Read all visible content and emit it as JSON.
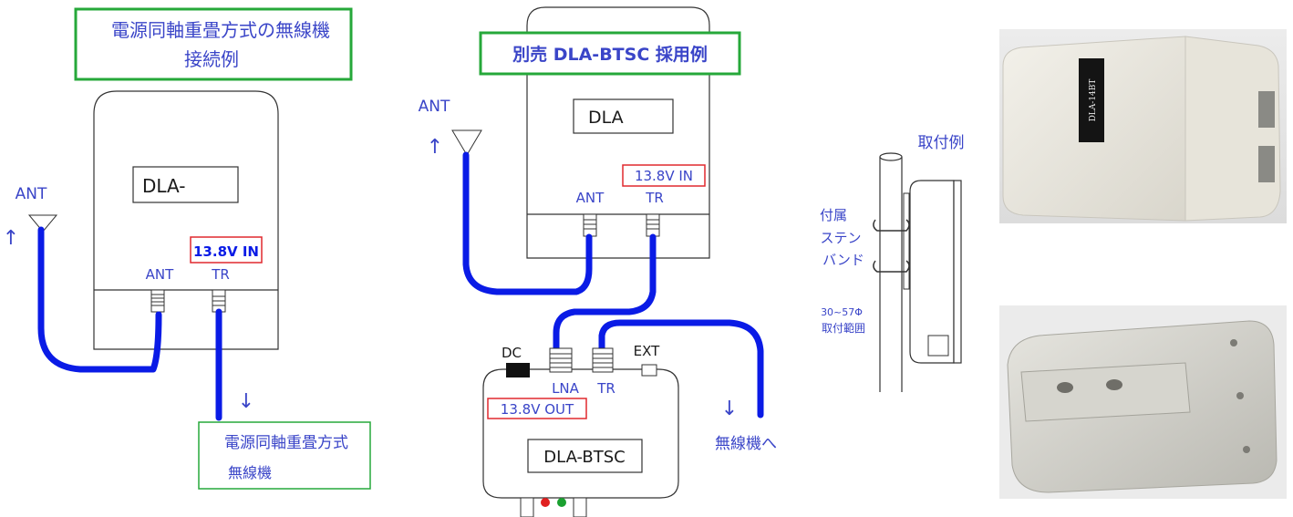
{
  "colors": {
    "cable": "#0a1be6",
    "label_blue": "#3a45c8",
    "title_border": "#26a83a",
    "warn_border": "#e0282e",
    "outline": "#333333"
  },
  "left": {
    "title_line1": "電源同軸重畳方式の無線機",
    "title_line2": "接続例",
    "unit_label": "DLA-",
    "power_label": "13.8V IN",
    "ant_port": "ANT",
    "tr_port": "TR",
    "ant_label": "ANT",
    "up_arrow": "↑",
    "down_arrow": "↓",
    "radio_line1": "電源同軸重畳方式",
    "radio_line2": "無線機"
  },
  "middle": {
    "title": "別売 DLA-BTSC 採用例",
    "unit_label": "DLA",
    "power_in": "13.8V IN",
    "ant_port": "ANT",
    "tr_port": "TR",
    "ant_label": "ANT",
    "up_arrow": "↑",
    "down_arrow": "↓",
    "btsc_label": "DLA-BTSC",
    "power_out": "13.8V OUT",
    "dc_port": "DC",
    "lna_port": "LNA",
    "tr2_port": "TR",
    "ext_port": "EXT",
    "to_radio": "無線機へ"
  },
  "mount": {
    "title": "取付例",
    "band_line1": "付属",
    "band_line2": "ステン",
    "band_line3": "バンド",
    "range_line1": "30~57Φ",
    "range_line2": "取付範囲"
  },
  "photos": {
    "device_label": "DLA-14BT"
  }
}
